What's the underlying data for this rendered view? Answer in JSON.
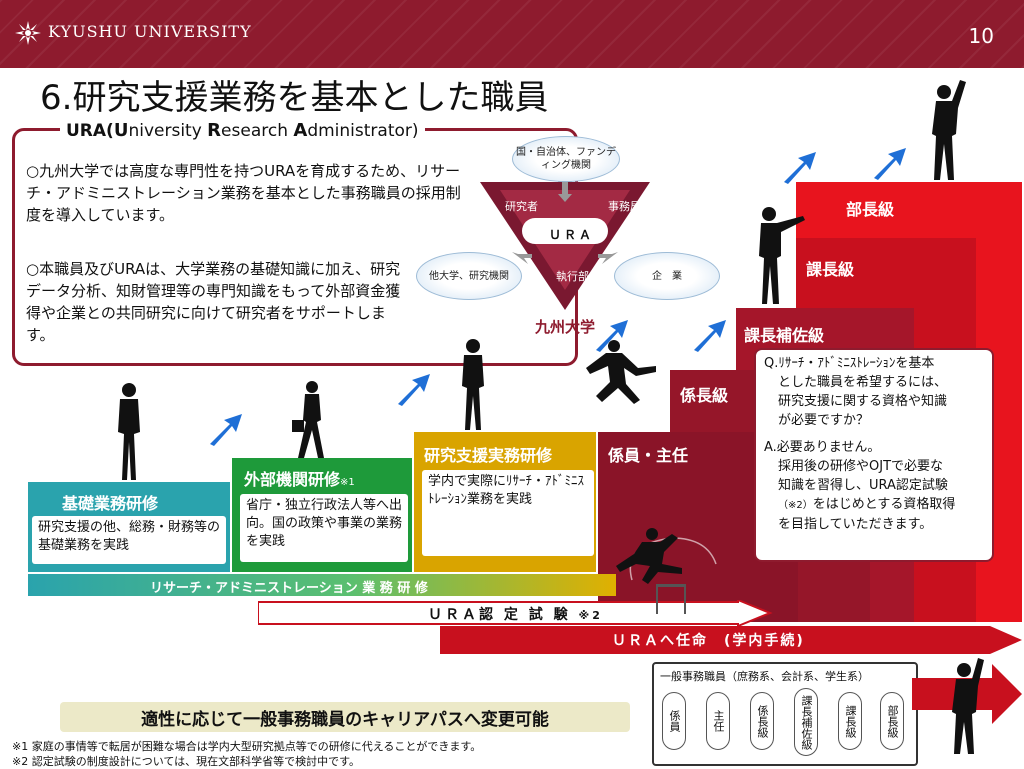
{
  "header": {
    "university": "KYUSHU UNIVERSITY",
    "page_number": "10",
    "title": "6.研究支援業務を基本とした職員"
  },
  "ura": {
    "heading_prefix": "URA(",
    "heading_u": "U",
    "heading_niversity": "niversity ",
    "heading_r": "R",
    "heading_esearch": "esearch ",
    "heading_a": "A",
    "heading_dministrator": "dministrator)",
    "para1": "○九州大学では高度な専門性を持つURAを育成するため、リサーチ・アドミニストレーション業務を基本とした事務職員の採用制度を導入しています。",
    "para2": "○本職員及びURAは、大学業務の基礎知識に加え、研究データ分析、知財管理等の専門知識をもって外部資金獲得や企業との共同研究に向けて研究者をサポートします。"
  },
  "diagram": {
    "top": "国・自治体、ファンディング機関",
    "left": "他大学、研究機関",
    "right": "企　業",
    "researcher": "研究者",
    "office": "事務局",
    "center": "ＵＲＡ",
    "exec": "執行部",
    "bottom": "九州大学"
  },
  "steps": {
    "kiso": {
      "label": "基礎業務研修",
      "note": "研究支援の他、総務・財務等の基礎業務を実践",
      "color": "#2aa3ad"
    },
    "gaibu": {
      "label": "外部機関研修",
      "mark": "※1",
      "note": "省庁・独立行政法人等へ出向。国の政策や事業の業務を実践",
      "color": "#1e9a3a"
    },
    "kenkyu": {
      "label": "研究支援実務研修",
      "note": "学内で実際にﾘｻｰﾁ・ｱﾄﾞﾐﾆｽﾄﾚｰｼｮﾝ業務を実践",
      "color": "#d9a400"
    },
    "kakari_in": {
      "label": "係員・主任"
    },
    "kakaricho": {
      "label": "係長級"
    },
    "kacho_hosa": {
      "label": "課長補佐級"
    },
    "kacho": {
      "label": "課長級"
    },
    "bucho": {
      "label": "部長級"
    }
  },
  "arrows": {
    "training": "リサーチ・アドミニストレーション 業 務 研 修",
    "exam": "ＵＲＡ認 定 試 験",
    "exam_mark": "※2",
    "appointment": "ＵＲＡへ任命　(学内手続)"
  },
  "qa": {
    "q1": "Q.ﾘｻｰﾁ・ｱﾄﾞﾐﾆｽﾄﾚｰｼｮﾝを基本",
    "q2": "とした職員を希望するには、",
    "q3": "研究支援に関する資格や知識",
    "q4": "が必要ですか？",
    "a1": "A.必要ありません。",
    "a2": "採用後の研修やOJTで必要な",
    "a3": "知識を習得し、URA認定試験",
    "a4_mark": "（※2）",
    "a4": "をはじめとする資格取得",
    "a5": "を目指していただきます。"
  },
  "career": {
    "title": "一般事務職員（庶務系、会計系、学生系）",
    "items": [
      "係員",
      "主任",
      "係長級",
      "課長補佐級",
      "課長級",
      "部長級"
    ],
    "banner": "適性に応じて一般事務職員のキャリアパスへ変更可能"
  },
  "footnotes": {
    "fn1": "※1 家庭の事情等で転居が困難な場合は学内大型研究拠点等での研修に代えることができます。",
    "fn2": "※2 認定試験の制度設計については、現在文部科学省等で検討中です。"
  }
}
